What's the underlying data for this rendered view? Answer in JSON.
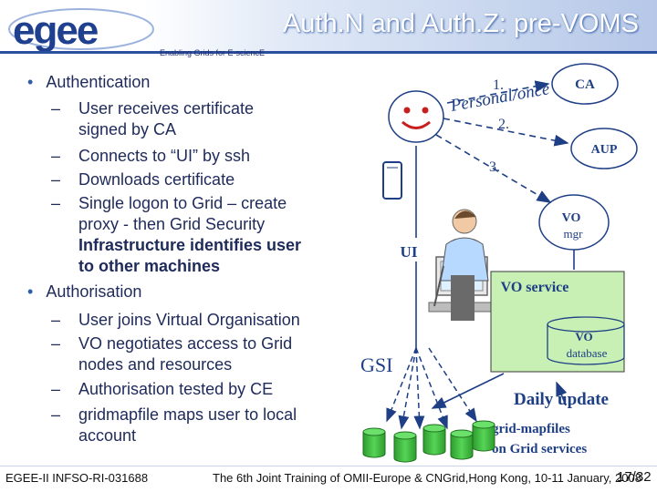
{
  "header": {
    "title": "Auth.N and Auth.Z: pre-VOMS",
    "tagline": "Enabling Grids for E-sciencE",
    "logo_text": "egee"
  },
  "bullets": [
    {
      "label": "Authentication",
      "items": [
        {
          "lines": [
            "User receives certificate",
            "signed by CA"
          ]
        },
        {
          "lines": [
            "Connects to “UI” by  ssh"
          ]
        },
        {
          "lines": [
            "Downloads certificate"
          ]
        },
        {
          "lines": [
            "Single logon to Grid – create",
            "proxy - then Grid Security",
            "Infrastructure identifies user",
            "to other machines"
          ]
        }
      ]
    },
    {
      "label": "Authorisation",
      "items": [
        {
          "lines": [
            "User joins Virtual Organisation"
          ]
        },
        {
          "lines": [
            "VO negotiates access to Grid",
            "nodes and resources"
          ]
        },
        {
          "lines": [
            "Authorisation tested by CE"
          ]
        },
        {
          "lines": [
            "gridmapfile maps user to local",
            "account"
          ]
        }
      ]
    }
  ],
  "diagram": {
    "step1": "1.",
    "personal_once": "Personal/once",
    "step2": "2.",
    "step3": "3.",
    "ca": "CA",
    "aup": "AUP",
    "vo_mgr_line1": "VO",
    "vo_mgr_line2": "mgr",
    "ui": "UI",
    "vo_service": "VO service",
    "vo_db_line1": "VO",
    "vo_db_line2": "database",
    "gsi": "GSI",
    "daily_update": "Daily update",
    "gridmap_line1": "grid-mapfiles",
    "gridmap_line2": "on Grid services"
  },
  "footer": {
    "left": "EGEE-II INFSO-RI-031688",
    "center": "The 6th Joint Training of OMII-Europe & CNGrid,Hong Kong, 10-11 January, 2008",
    "page": "17/32"
  },
  "colors": {
    "title_blue": "#355ea6",
    "green_fill": "#c8efb4",
    "cylinder_green": "#3cb83c",
    "footer_text": "#111111"
  }
}
